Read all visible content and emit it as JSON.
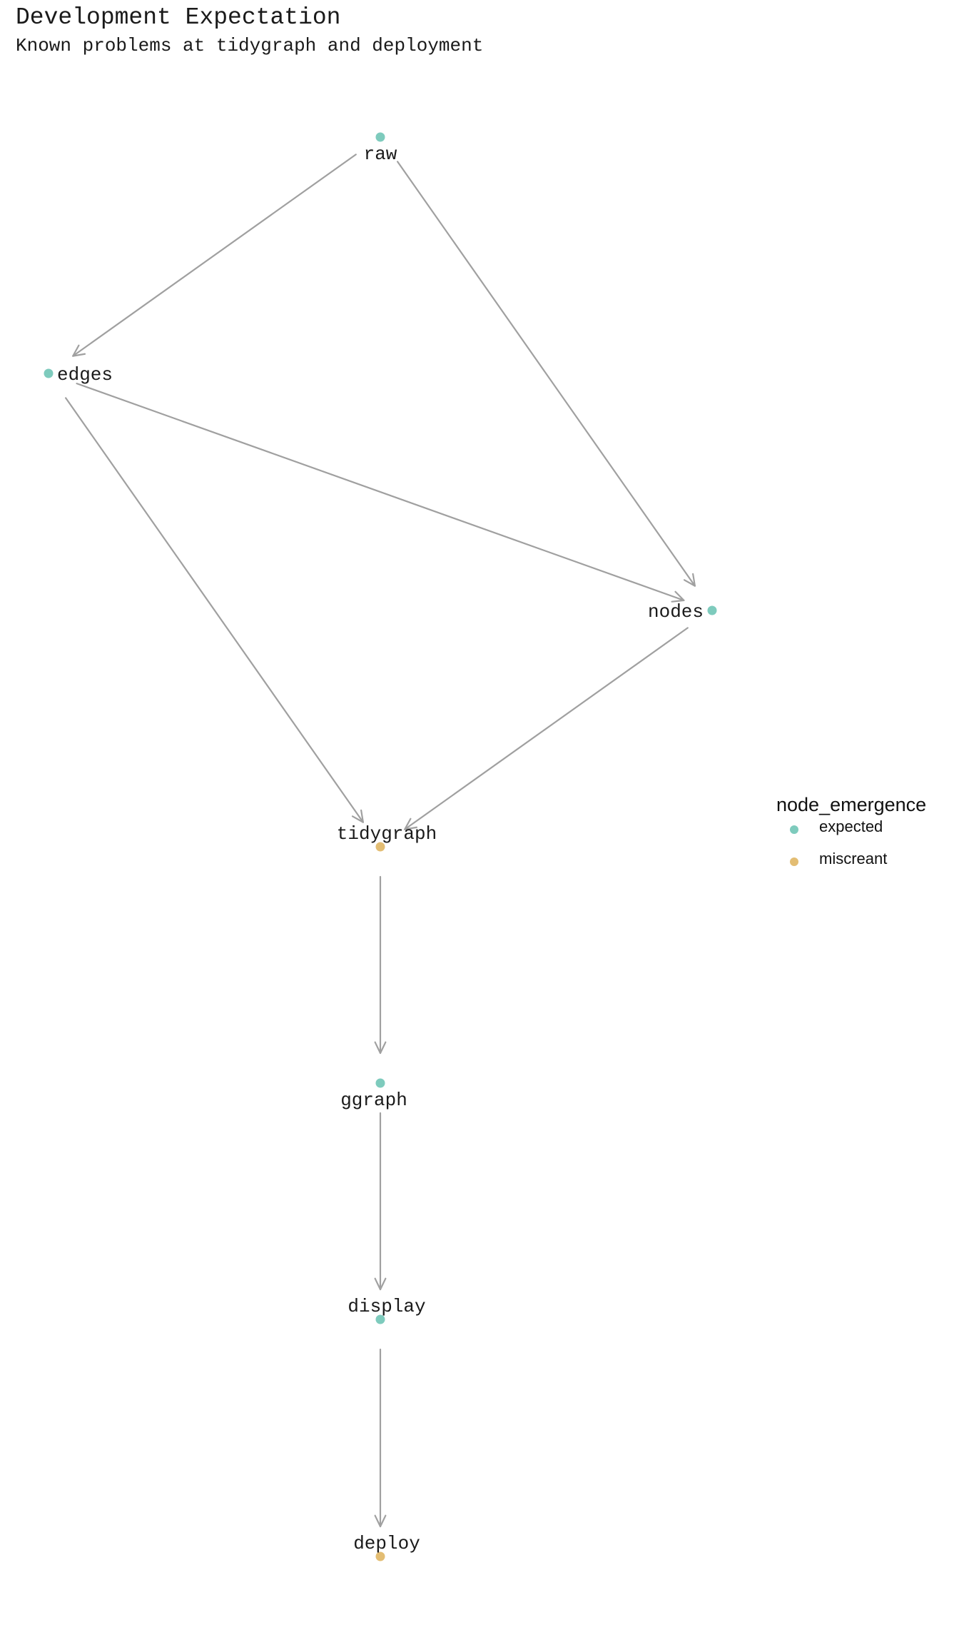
{
  "title": "Development Expectation",
  "subtitle": "Known problems at tidygraph and deployment",
  "colors": {
    "expected": "#7ecbbd",
    "miscreant": "#e3bd73",
    "edge": "#a0a0a0",
    "text": "#1a1a1a"
  },
  "legend": {
    "title": "node_emergence",
    "items": [
      {
        "key": "expected",
        "label": "expected"
      },
      {
        "key": "miscreant",
        "label": "miscreant"
      }
    ]
  },
  "nodes": [
    {
      "id": "raw",
      "label": "raw",
      "group": "expected"
    },
    {
      "id": "edges",
      "label": "edges",
      "group": "expected"
    },
    {
      "id": "nodes",
      "label": "nodes",
      "group": "expected"
    },
    {
      "id": "tidygraph",
      "label": "tidygraph",
      "group": "miscreant"
    },
    {
      "id": "ggraph",
      "label": "ggraph",
      "group": "expected"
    },
    {
      "id": "display",
      "label": "display",
      "group": "expected"
    },
    {
      "id": "deploy",
      "label": "deploy",
      "group": "miscreant"
    }
  ],
  "edges": [
    {
      "from": "raw",
      "to": "edges"
    },
    {
      "from": "raw",
      "to": "nodes"
    },
    {
      "from": "edges",
      "to": "nodes"
    },
    {
      "from": "edges",
      "to": "tidygraph"
    },
    {
      "from": "nodes",
      "to": "tidygraph"
    },
    {
      "from": "tidygraph",
      "to": "ggraph"
    },
    {
      "from": "ggraph",
      "to": "display"
    },
    {
      "from": "display",
      "to": "deploy"
    }
  ]
}
